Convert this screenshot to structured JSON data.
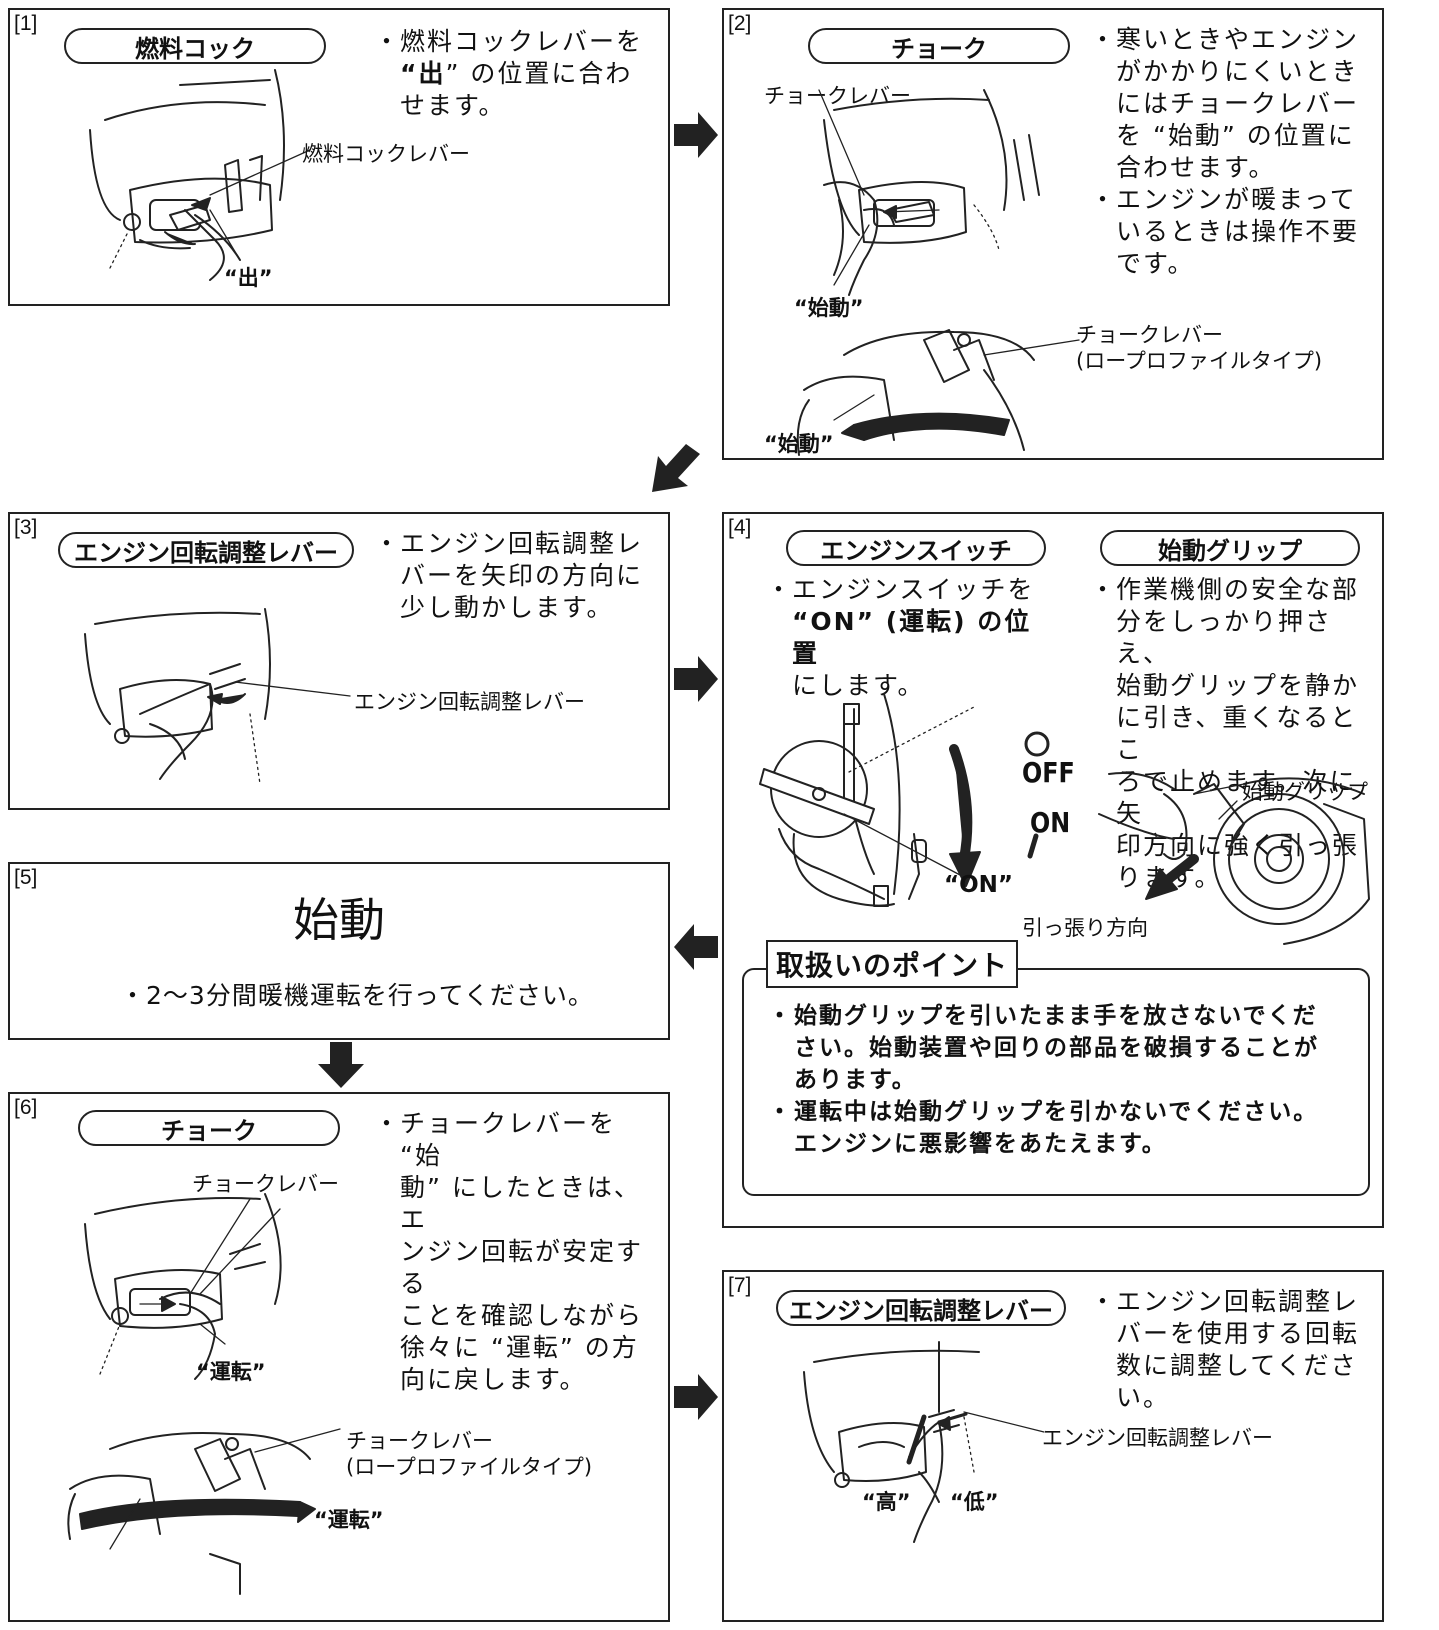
{
  "p1": {
    "num": "[1]",
    "title": "燃料コック",
    "line1": "燃料コックレバーを",
    "line2a": "“",
    "line2b": "出",
    "line2c": "” の位置に合わ",
    "line3": "せます。",
    "lever": "燃料コックレバー",
    "out": "“出”"
  },
  "p2": {
    "num": "[2]",
    "title": "チョーク",
    "b1": [
      "寒いときやエンジン",
      "がかかりにくいとき",
      "にはチョークレバー",
      "を “始動” の位置に",
      "合わせます。"
    ],
    "b2": [
      "エンジンが暖まって",
      "いるときは操作不要",
      "です。"
    ],
    "lever": "チョークレバー",
    "start1": "“始動”",
    "lever2a": "チョークレバー",
    "lever2b": "(ロープロファイルタイプ)",
    "start2": "“始動”"
  },
  "p3": {
    "num": "[3]",
    "title": "エンジン回転調整レバー",
    "b1": [
      "エンジン回転調整レ",
      "バーを矢印の方向に",
      "少し動かします。"
    ],
    "lever": "エンジン回転調整レバー"
  },
  "p4": {
    "num": "[4]",
    "title1": "エンジンスイッチ",
    "title2": "始動グリップ",
    "b1": [
      "エンジンスイッチを",
      "“ON” (運転) の位置",
      "にします。"
    ],
    "b2": [
      "作業機側の安全な部",
      "分をしっかり押さえ、",
      "始動グリップを静か",
      "に引き、重くなるとこ",
      "ろで止めます。次に矢",
      "印方向に強く引っ張",
      "ります。"
    ],
    "off": "OFF",
    "on": "ON",
    "on_label": "“ON”",
    "grip": "始動グリップ",
    "pull": "引っ張り方向",
    "point_title": "取扱いのポイント",
    "point1": [
      "始動グリップを引いたまま手を放さないでくだ",
      "さい。始動装置や回りの部品を破損することが",
      "あります。"
    ],
    "point2": [
      "運転中は始動グリップを引かないでください。",
      "エンジンに悪影響をあたえます。"
    ]
  },
  "p5": {
    "num": "[5]",
    "title": "始動",
    "text": "2〜3分間暖機運転を行ってください。"
  },
  "p6": {
    "num": "[6]",
    "title": "チョーク",
    "b1": [
      "チョークレバーを “始",
      "動” にしたときは、エ",
      "ンジン回転が安定する",
      "ことを確認しながら",
      "徐々に “運転” の方",
      "向に戻します。"
    ],
    "lever": "チョークレバー",
    "run1": "“運転”",
    "lever2a": "チョークレバー",
    "lever2b": "(ロープロファイルタイプ)",
    "run2": "“運転”"
  },
  "p7": {
    "num": "[7]",
    "title": "エンジン回転調整レバー",
    "b1": [
      "エンジン回転調整レ",
      "バーを使用する回転",
      "数に調整してくださ",
      "い。"
    ],
    "lever": "エンジン回転調整レバー",
    "high": "“高”",
    "low": "“低”"
  },
  "bullet": "・"
}
